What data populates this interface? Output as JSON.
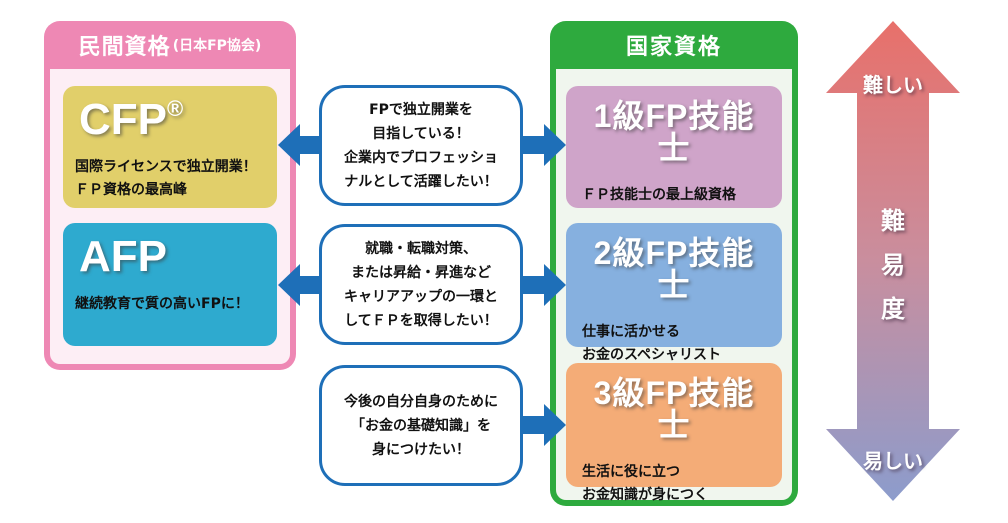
{
  "private_panel": {
    "title": "民間資格",
    "subtitle": "(日本FP協会)",
    "color": "#ee88b4",
    "cards": [
      {
        "title": "CFP",
        "mark": "®",
        "lines": [
          "国際ライセンスで独立開業！",
          "ＦＰ資格の最高峰"
        ],
        "color": "#e1cf6a"
      },
      {
        "title": "AFP",
        "lines": [
          "継続教育で質の高いFPに！"
        ],
        "color": "#2eaacf"
      }
    ]
  },
  "national_panel": {
    "title": "国家資格",
    "color": "#2eaa3e",
    "cards": [
      {
        "title": "1級FP技能士",
        "lines": [
          "ＦＰ技能士の最上級資格"
        ],
        "color": "#cfa4c9"
      },
      {
        "title": "2級FP技能士",
        "lines": [
          "仕事に活かせる",
          "お金のスペシャリスト"
        ],
        "color": "#86b0df"
      },
      {
        "title": "3級FP技能士",
        "lines": [
          "生活に役に立つ",
          "お金知識が身につく"
        ],
        "color": "#f4ac77"
      }
    ]
  },
  "goals": [
    {
      "text": "FPで独立開業を\n目指している！\n企業内でプロフェッショ\nナルとして活躍したい！",
      "arrows": [
        "left",
        "right"
      ]
    },
    {
      "text": "就職・転職対策、\nまたは昇給・昇進など\nキャリアアップの一環と\nしてＦＰを取得したい！",
      "arrows": [
        "left",
        "right"
      ]
    },
    {
      "text": "今後の自分自身のために\n「お金の基礎知識」を\n身につけたい！",
      "arrows": [
        "right"
      ]
    }
  ],
  "difficulty": {
    "hard_label": "難しい",
    "axis_label": "難\n易\n度",
    "easy_label": "易しい",
    "top_color": "#e8706a",
    "bottom_color": "#8c9ccc"
  },
  "arrow_color": "#1e6fb8"
}
